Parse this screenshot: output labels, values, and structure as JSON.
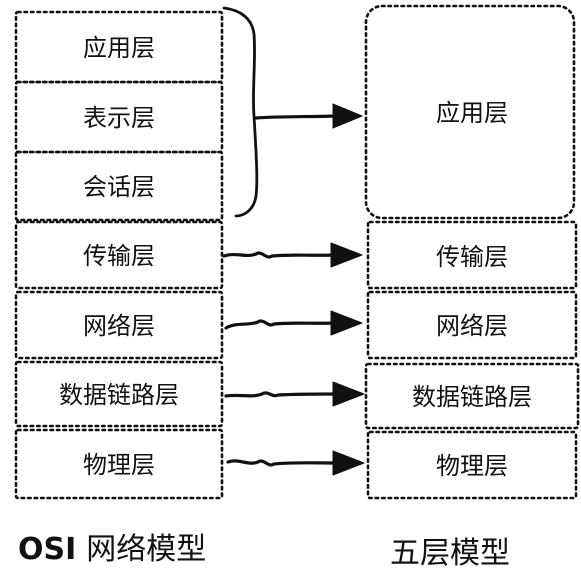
{
  "osi_model": {
    "caption_prefix": "OSI",
    "caption_suffix": "网络模型",
    "layers": [
      "应用层",
      "表示层",
      "会话层",
      "传输层",
      "网络层",
      "数据链路层",
      "物理层"
    ]
  },
  "five_layer_model": {
    "caption": "五层模型",
    "layers": [
      "应用层",
      "传输层",
      "网络层",
      "数据链路层",
      "物理层"
    ]
  }
}
